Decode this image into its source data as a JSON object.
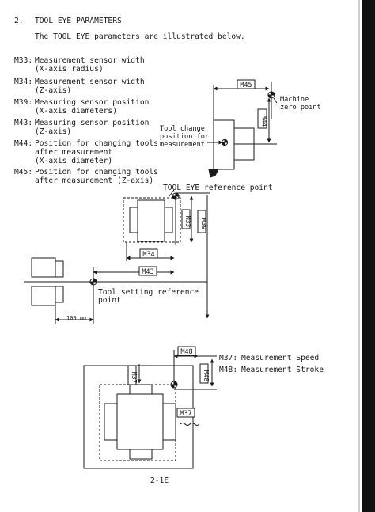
{
  "section": {
    "number": "2.",
    "title": "TOOL EYE PARAMETERS"
  },
  "intro": "The TOOL EYE parameters are illustrated below.",
  "params": [
    {
      "code": "M33:",
      "lines": [
        "Measurement sensor width",
        "(X-axis radius)"
      ]
    },
    {
      "code": "M34:",
      "lines": [
        "Measurement sensor width",
        "(Z-axis)"
      ]
    },
    {
      "code": "M39:",
      "lines": [
        "Measuring sensor position",
        "(X-axis diameters)"
      ]
    },
    {
      "code": "M43:",
      "lines": [
        "Measuring sensor position",
        "(Z-axis)"
      ]
    },
    {
      "code": "M44:",
      "lines": [
        "Position for changing tools",
        "after measurement",
        "(X-axis diameter)"
      ]
    },
    {
      "code": "M45:",
      "lines": [
        "Position for changing tools",
        "after measurement (Z-axis)"
      ]
    }
  ],
  "diagram": {
    "machine_zero": [
      "Machine",
      "zero point"
    ],
    "tool_change": [
      "Tool change",
      "position for",
      "measurement"
    ],
    "tool_eye_ref": "TOOL EYE reference point",
    "tool_setting_ref": [
      "Tool setting reference",
      "point"
    ],
    "dim_100": "100 mm",
    "tags": {
      "m45": "M45",
      "m44": "M44",
      "m33": "M33",
      "m39": "M39",
      "m34": "M34",
      "m43": "M43",
      "m48a": "M48",
      "m48b": "M48",
      "m37a": "M37",
      "m37b": "M37"
    }
  },
  "legend": [
    {
      "code": "M37:",
      "text": "Measurement Speed"
    },
    {
      "code": "M48:",
      "text": "Measurement Stroke"
    }
  ],
  "page_number": "2-1E"
}
